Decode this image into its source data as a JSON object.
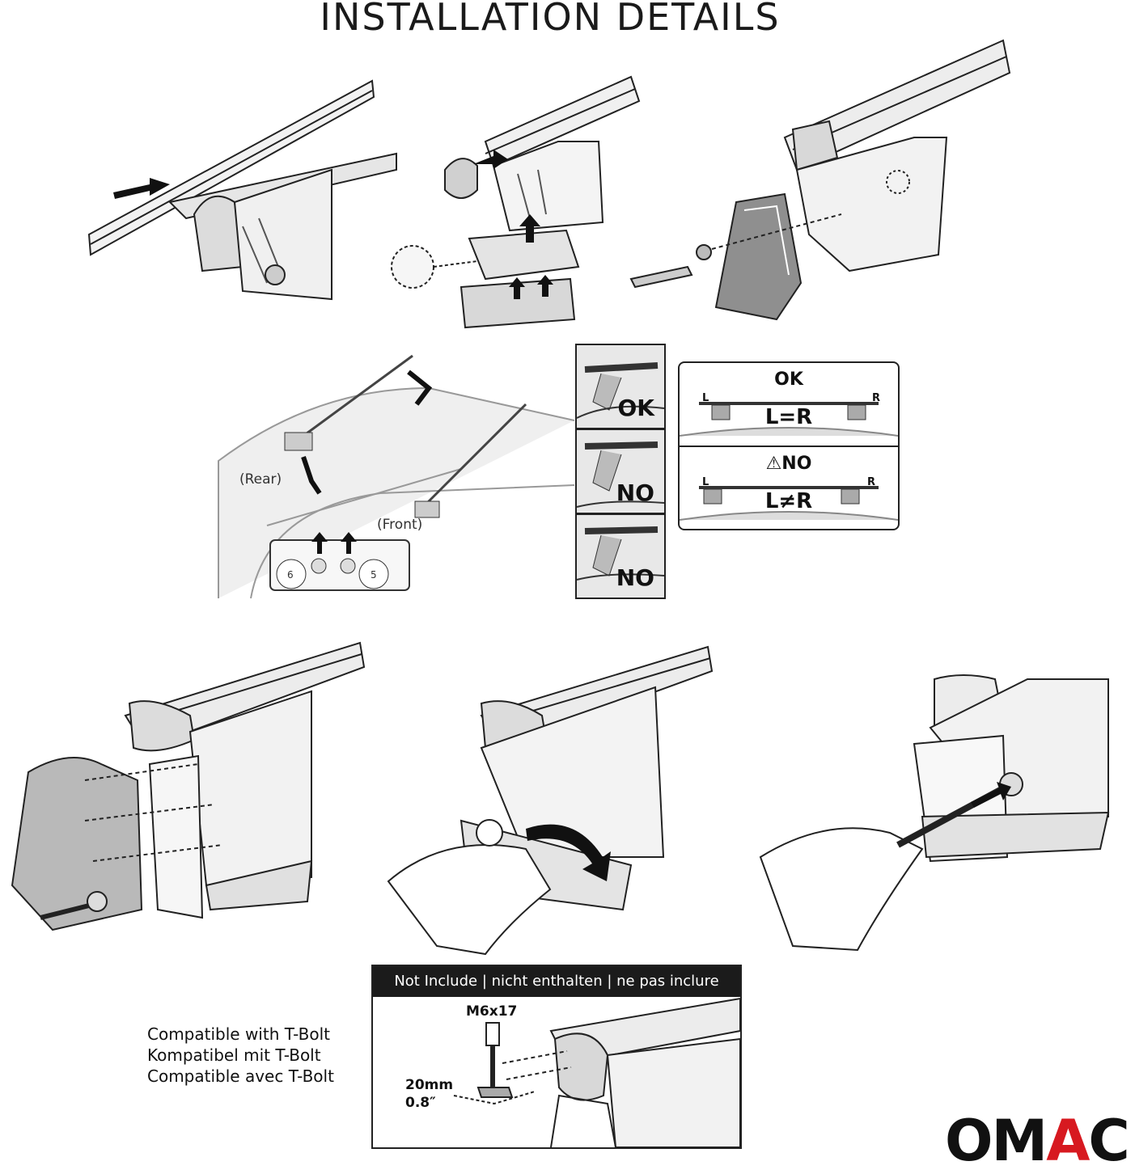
{
  "header": {
    "title": "INSTALLATION DETAILS"
  },
  "car_diagram": {
    "rear_label": "(Rear)",
    "front_label": "(Front)",
    "inset_numbers": [
      "6",
      "5"
    ]
  },
  "alignment_strips": [
    {
      "label": "OK"
    },
    {
      "label": "NO"
    },
    {
      "label": "NO"
    }
  ],
  "symmetry_box": {
    "ok": {
      "label": "OK",
      "equation": "L=R",
      "left": "L",
      "right": "R"
    },
    "no": {
      "label": "⚠NO",
      "equation": "L≠R",
      "left": "L",
      "right": "R"
    }
  },
  "compatibility": {
    "lines": [
      "Compatible with T-Bolt",
      "Kompatibel mit T-Bolt",
      "Compatible avec T-Bolt"
    ]
  },
  "not_included": {
    "header": "Not Include | nicht enthalten | ne pas inclure",
    "bolt_size": "M6x17",
    "width_mm": "20mm",
    "width_in": "0.8″"
  },
  "brand": {
    "logo": [
      "O",
      "M",
      "A",
      "C"
    ]
  },
  "colors": {
    "accent": "#d71920",
    "ink": "#111111",
    "panel": "#1b1b1b"
  }
}
